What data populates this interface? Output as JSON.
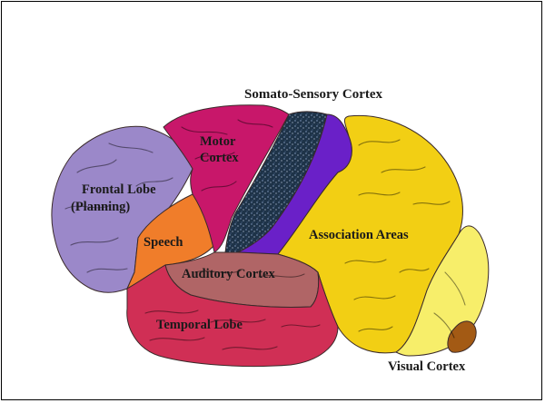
{
  "diagram": {
    "labels": {
      "somatosensory": "Somato-Sensory Cortex",
      "motor_line1": "Motor",
      "motor_line2": "Cortex",
      "frontal_line1": "Frontal Lobe",
      "frontal_line2": "(Planning)",
      "speech": "Speech",
      "association": "Association Areas",
      "auditory": "Auditory Cortex",
      "temporal": "Temporal Lobe",
      "visual": "Visual Cortex"
    },
    "colors": {
      "frontal": "#9b88c9",
      "motor": "#c8176a",
      "somatosensory": "#1e3348",
      "sensory_strip": "#6a20c8",
      "association": "#f2cf14",
      "visual": "#f7ee6a",
      "speech": "#f07d2a",
      "auditory": "#b06566",
      "temporal": "#d02f55",
      "occipital_tip": "#a35a14"
    }
  }
}
